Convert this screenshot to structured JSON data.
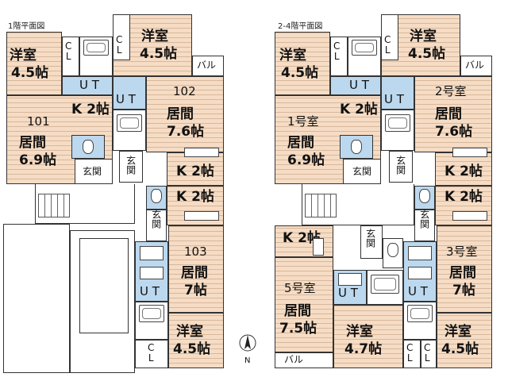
{
  "left_plan": {
    "title": "1階平面図",
    "unit_101": "101",
    "unit_102": "102",
    "unit_103": "103",
    "youshitsu": "洋室",
    "size_45": "4.5帖",
    "cl": "C\nL",
    "ut": "U T",
    "k2": "K 2帖",
    "ima": "居間",
    "size_76": "7.6帖",
    "size_69": "6.9帖",
    "size_7": "7帖",
    "genkan": "玄関",
    "bal": "バル"
  },
  "right_plan": {
    "title": "2-4階平面図",
    "room1": "1号室",
    "room2": "2号室",
    "room3": "3号室",
    "room5": "5号室",
    "size_75": "7.5帖",
    "size_47": "4.7帖"
  },
  "compass": {
    "label": "N"
  }
}
